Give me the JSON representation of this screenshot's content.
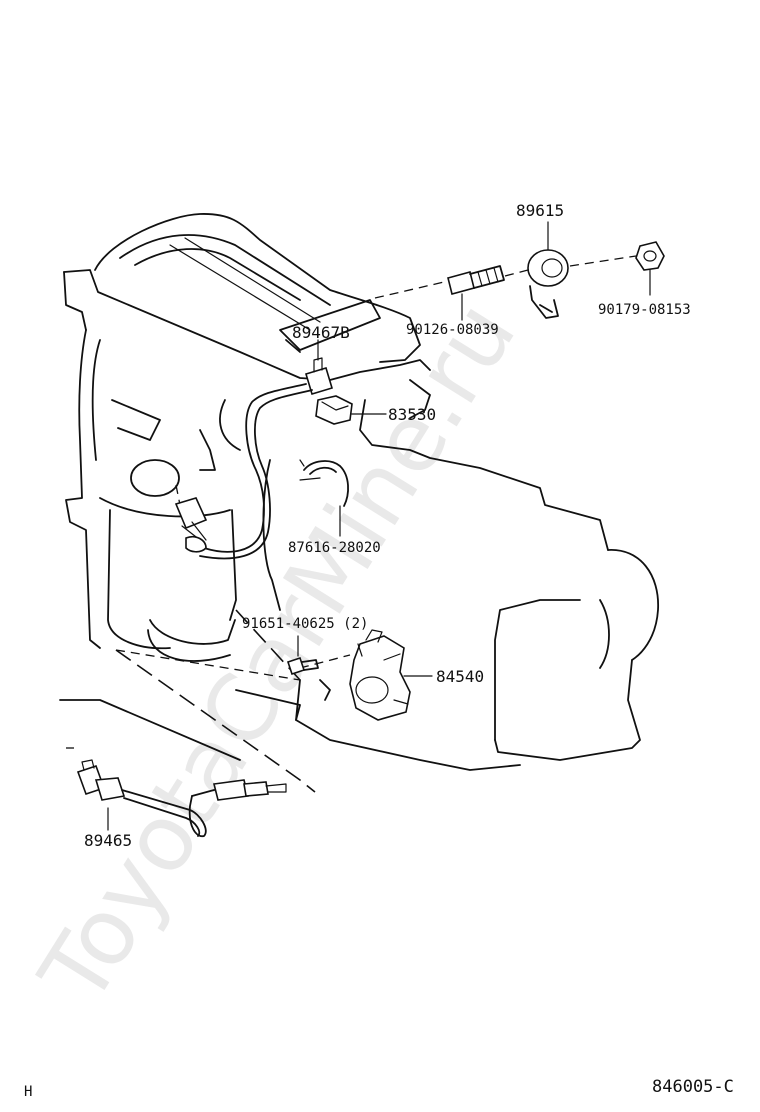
{
  "watermark": "ToyotaCarMine.ru",
  "corner_left": "H",
  "corner_right": "846005-C",
  "parts": {
    "knock_sensor": "89615",
    "stud_bolt": "90126-08039",
    "nut": "90179-08153",
    "oxygen_sensor_rear": "89467B",
    "switch": "83530",
    "clamp": "87616-28020",
    "bolt": "91651-40625 (2)",
    "neutral_start_switch": "84540",
    "oxygen_sensor_front": "89465"
  }
}
